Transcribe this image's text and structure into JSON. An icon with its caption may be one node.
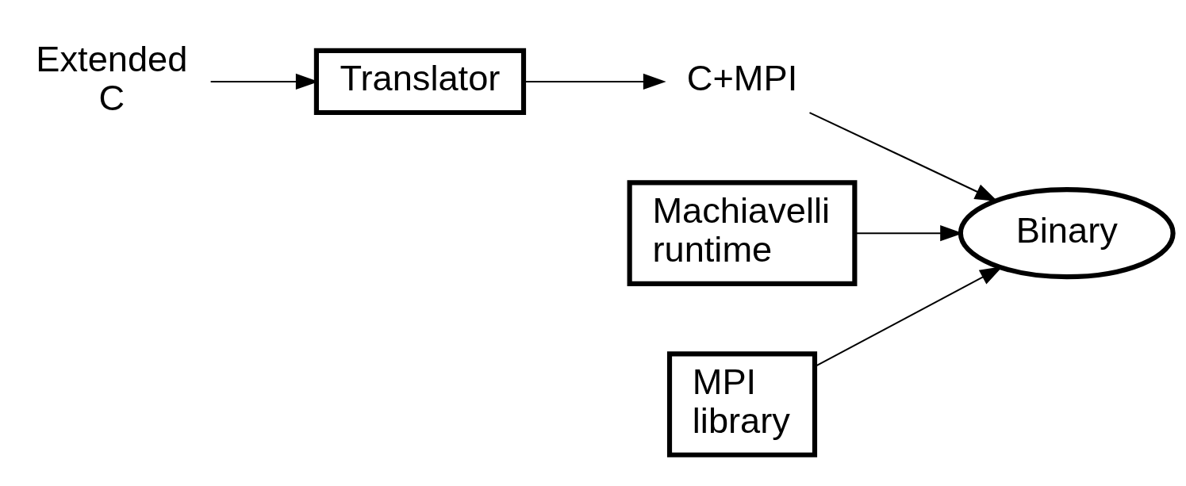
{
  "diagram": {
    "nodes": [
      {
        "text": [
          "Extended C"
        ]
      },
      {
        "text": [
          "Translator"
        ]
      },
      {
        "text": [
          "C+MPI"
        ]
      },
      {
        "text": [
          "Machiavelli runtime"
        ]
      },
      {
        "text": [
          "Binary"
        ]
      },
      {
        "text": [
          "MPI library"
        ]
      }
    ],
    "edges": [
      {
        "from": 0,
        "to": 1,
        "arrow": "to"
      },
      {
        "from": 1,
        "to": 2,
        "arrow": "to"
      },
      {
        "from": 2,
        "to": 4,
        "arrow": "to"
      },
      {
        "from": 3,
        "to": 4,
        "arrow": "to"
      },
      {
        "from": 5,
        "to": 4,
        "arrow": "to"
      }
    ]
  }
}
